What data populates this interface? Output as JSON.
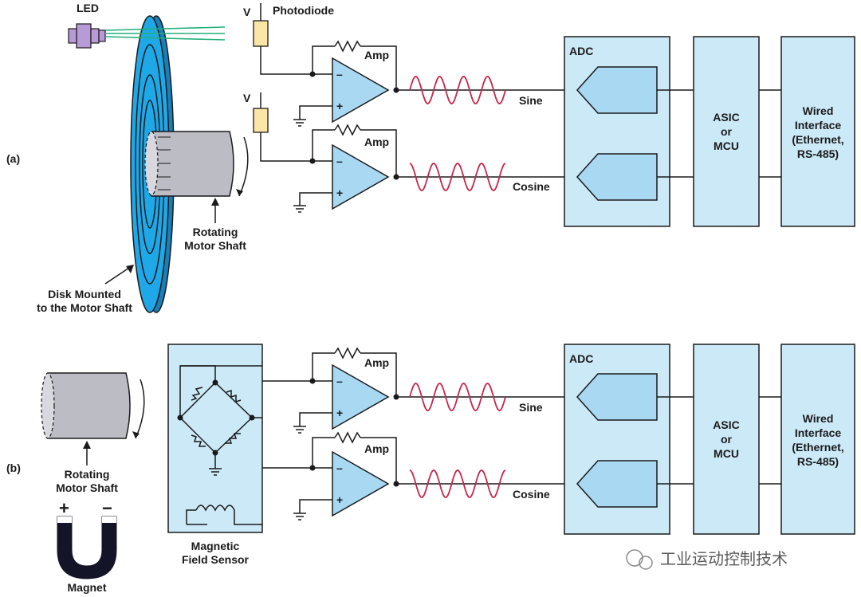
{
  "panels": {
    "a": {
      "tag": "(a)",
      "led_label": "LED",
      "photodiode_label": "Photodiode",
      "supply_label_top": "V",
      "supply_label_bottom": "V",
      "amp_label_top": "Amp",
      "amp_label_bottom": "Amp",
      "minus_sign": "–",
      "plus_sign": "+",
      "sine_label": "Sine",
      "cosine_label": "Cosine",
      "adc_label": "ADC",
      "asic_lines": [
        "ASIC",
        "or",
        "MCU"
      ],
      "wired_lines": [
        "Wired",
        "Interface",
        "(Ethernet,",
        "RS-485)"
      ],
      "shaft_lines": [
        "Rotating",
        "Motor Shaft"
      ],
      "disk_lines": [
        "Disk Mounted",
        "to the Motor Shaft"
      ]
    },
    "b": {
      "tag": "(b)",
      "amp_label_top": "Amp",
      "amp_label_bottom": "Amp",
      "minus_sign": "–",
      "plus_sign": "+",
      "sine_label": "Sine",
      "cosine_label": "Cosine",
      "adc_label": "ADC",
      "asic_lines": [
        "ASIC",
        "or",
        "MCU"
      ],
      "wired_lines": [
        "Wired",
        "Interface",
        "(Ethernet,",
        "RS-485)"
      ],
      "shaft_lines": [
        "Rotating",
        "Motor Shaft"
      ],
      "sensor_lines": [
        "Magnetic",
        "Field Sensor"
      ],
      "magnet_label": "Magnet",
      "magnet_plus": "+",
      "magnet_minus": "−"
    }
  },
  "watermark": "工业运动控制技术",
  "colors": {
    "block_fill": "#cce9f8",
    "adc_shape_fill": "#a9d8f3",
    "disk_blue": "#1fa8e8",
    "beam_green": "#22b07a",
    "wave_red": "#c8254a",
    "photodiode_fill": "#fbe6a6",
    "led_purple": "#b89ad6",
    "shaft_gray": "#bcbcc4"
  }
}
